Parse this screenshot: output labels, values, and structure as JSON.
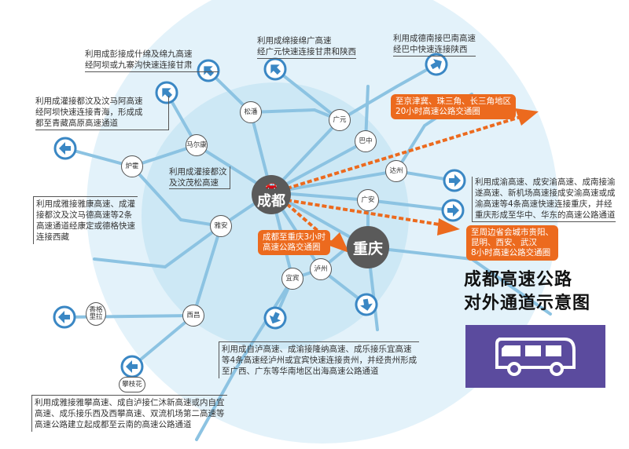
{
  "title": {
    "line1": "成都高速公路",
    "line2": "对外通道示意图"
  },
  "hubs": {
    "chengdu": "成都",
    "chongqing": "重庆"
  },
  "cities": {
    "songpan": "松潘",
    "guangyuan": "广元",
    "bazhong": "巴中",
    "dazhou": "达州",
    "guangan": "广安",
    "maerkang": "马尔康",
    "luhuo": "炉霍",
    "yaan": "雅安",
    "yibin": "宜宾",
    "luzhou": "泸州",
    "xichang": "西昌",
    "panzhihua": "攀枝花",
    "xianggelila": "香格里拉"
  },
  "notes": {
    "n1": [
      "利用成彭接成什绵及绵九高速",
      "经阿坝或九寨沟快速连接甘肃"
    ],
    "n2": [
      "利用成灌接都汶及汶马阿高速",
      "经阿坝快速连接青海，形成成",
      "都至青藏高原高速通道"
    ],
    "n3": [
      "利用成绵接绵广高速",
      "经广元快速连接甘肃和陕西"
    ],
    "n4": [
      "利用成德南接巴南高速",
      "经巴中快速连接陕西"
    ],
    "n5": [
      "利用成灌接都汶",
      "及汶茂松高速"
    ],
    "n6": [
      "利用成雅接雅康高速、成灌",
      "接都汶及汶马德高速等2条",
      "高速通道经康定或德格快速",
      "连接西藏"
    ],
    "n7": [
      "利用成渝高速、成安渝高速、成南接渝",
      "遂高速、新机场高速接成安渝高速或成",
      "渝高速等4条高速快速连接重庆，并经",
      "重庆形成至华中、华东的高速公路通道"
    ],
    "n8": [
      "利用成自泸高速、成渝接隆纳高速、成乐接乐宜高速",
      "等4条高速经泸州或宜宾快速连接贵州，并经贵州形成",
      "至广西、广东等华南地区出海高速公路通道"
    ],
    "n9": [
      "利用成雅接雅攀高速、成自泸接仁沐新高速或内自宜",
      "高速、成乐接乐西及西攀高速、双流机场第二高速等",
      "高速公路建立起成都至云南的高速公路通道"
    ]
  },
  "circles": {
    "c20": [
      "至京津冀、珠三角、长三角地区",
      "20小时高速公路交通圈"
    ],
    "c8": [
      "至周边省会城市贵阳、",
      "昆明、西安、武汉",
      "8小时高速公路交通圈"
    ],
    "c3": [
      "成都至重庆3小时",
      "高速公路交通圈"
    ]
  },
  "colors": {
    "orange": "#ec6a1e",
    "blue": "#3a87c4",
    "purple": "#5b4b9e",
    "hub": "#5a5a5a"
  }
}
